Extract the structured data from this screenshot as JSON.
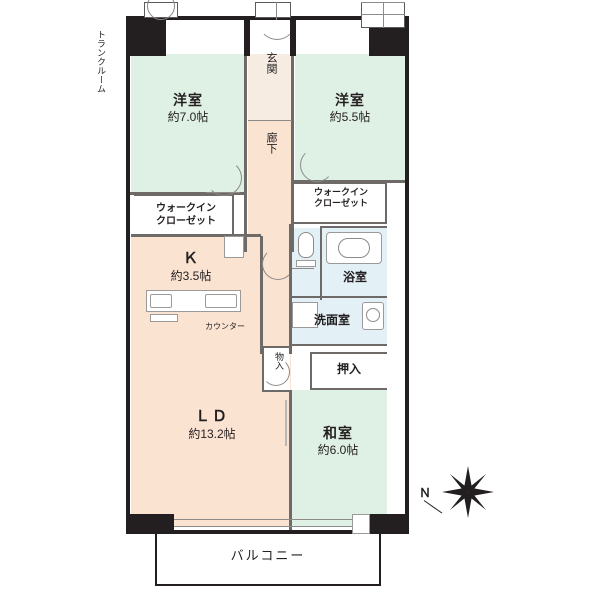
{
  "plan": {
    "title": "間取り図",
    "rooms": [
      {
        "id": "trunk",
        "label": "トランクルーム",
        "size": ""
      },
      {
        "id": "washitsu_n",
        "label": "洋室",
        "size": "約7.0帖"
      },
      {
        "id": "yoshitsu_e",
        "label": "洋室",
        "size": "約5.5帖"
      },
      {
        "id": "genkan",
        "label": "玄関",
        "size": ""
      },
      {
        "id": "rouka",
        "label": "廊下",
        "size": ""
      },
      {
        "id": "wic_left",
        "label": "ウォークイン\nクローゼット",
        "size": ""
      },
      {
        "id": "wic_right",
        "label": "ウォークイン\nクローゼット",
        "size": ""
      },
      {
        "id": "kitchen",
        "label": "K",
        "size": "約3.5帖"
      },
      {
        "id": "counter",
        "label": "カウンター",
        "size": ""
      },
      {
        "id": "bath",
        "label": "浴室",
        "size": ""
      },
      {
        "id": "senmen",
        "label": "洗面室",
        "size": ""
      },
      {
        "id": "oshiire",
        "label": "押入",
        "size": ""
      },
      {
        "id": "monooki",
        "label": "物\n入",
        "size": ""
      },
      {
        "id": "ld",
        "label": "ＬＤ",
        "size": "約13.2帖"
      },
      {
        "id": "washitsu",
        "label": "和室",
        "size": "約6.0帖"
      },
      {
        "id": "balcony",
        "label": "バルコニー",
        "size": ""
      }
    ],
    "labels": {
      "trunk": "トランクルーム",
      "yoshitsu_n_name": "洋室",
      "yoshitsu_n_size": "約7.0帖",
      "yoshitsu_e_name": "洋室",
      "yoshitsu_e_size": "約5.5帖",
      "genkan": "玄関",
      "rouka": "廊下",
      "wic_left_l1": "ウォークイン",
      "wic_left_l2": "クローゼット",
      "wic_right_l1": "ウォークイン",
      "wic_right_l2": "クローゼット",
      "kitchen_name": "Ｋ",
      "kitchen_size": "約3.5帖",
      "counter": "カウンター",
      "bath": "浴室",
      "senmen": "洗面室",
      "oshiire": "押入",
      "monooki": "物\n入",
      "ld_name": "ＬＤ",
      "ld_size": "約13.2帖",
      "washitsu_name": "和室",
      "washitsu_size": "約6.0帖",
      "balcony": "バルコニー",
      "compass_n": "Ｎ"
    },
    "colors": {
      "wood_floor": "#fbe3d2",
      "tatami": "#dff0e4",
      "water_area": "#e3f1f6",
      "wall": "#231f20",
      "genkan": "#f6ece2",
      "text": "#231f20"
    }
  }
}
